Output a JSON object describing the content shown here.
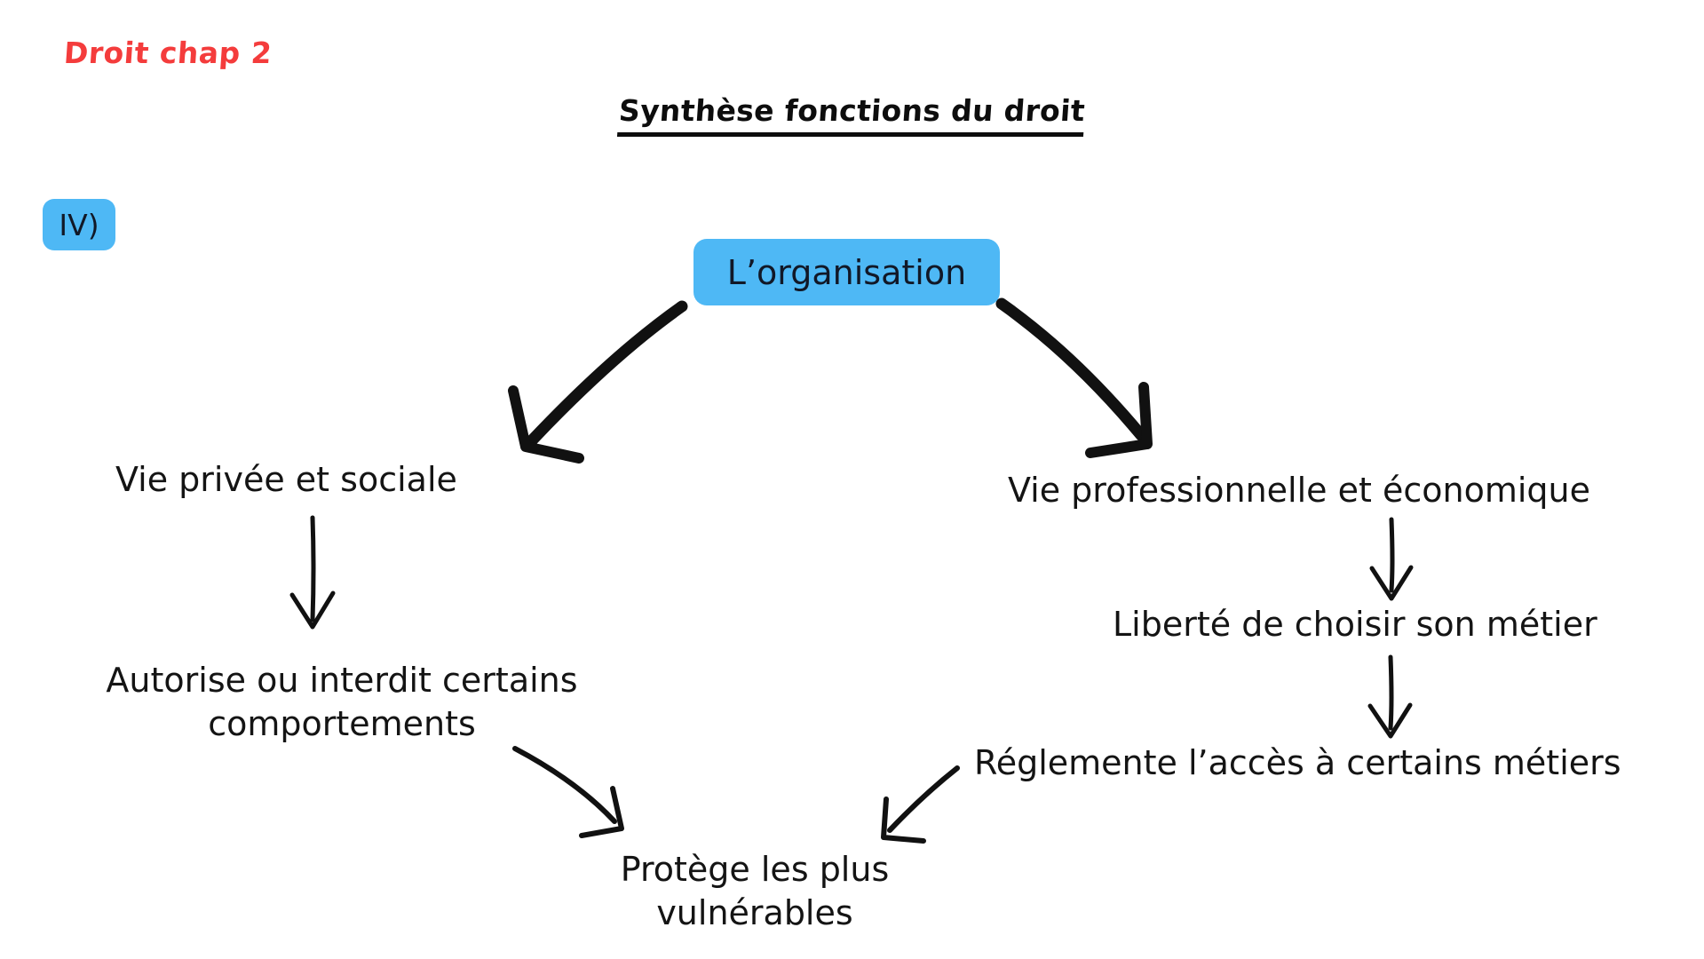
{
  "page": {
    "chapter_label": "Droit chap 2",
    "title": "Synthèse fonctions du droit",
    "section_badge": "IV)",
    "background_color": "#ffffff",
    "accent_blue": "#4EB8F5",
    "accent_red": "#F43C3C",
    "text_color": "#141414"
  },
  "diagram": {
    "type": "flow-tree",
    "root": {
      "label": "L’organisation",
      "style": "blue-rounded-box"
    },
    "branches": [
      {
        "id": "left",
        "nodes": [
          {
            "id": "vie-privee",
            "label": "Vie privée et sociale"
          },
          {
            "id": "autorise",
            "label": "Autorise ou interdit certains\ncomportements"
          }
        ]
      },
      {
        "id": "right",
        "nodes": [
          {
            "id": "vie-pro",
            "label": "Vie professionnelle et économique"
          },
          {
            "id": "liberte",
            "label": "Liberté de choisir son métier"
          },
          {
            "id": "reglemente",
            "label": "Réglemente l’accès à certains métiers"
          }
        ]
      }
    ],
    "shared_node": {
      "id": "protege",
      "label": "Protège les plus\nvulnérables"
    },
    "edges": [
      {
        "from": "L’organisation",
        "to": "Vie privée et sociale",
        "style": "thick-curved-arrow"
      },
      {
        "from": "L’organisation",
        "to": "Vie professionnelle et économique",
        "style": "thick-curved-arrow"
      },
      {
        "from": "Vie privée et sociale",
        "to": "Autorise ou interdit certains comportements",
        "style": "thin-vertical-arrow"
      },
      {
        "from": "Vie professionnelle et économique",
        "to": "Liberté de choisir son métier",
        "style": "thin-vertical-arrow"
      },
      {
        "from": "Liberté de choisir son métier",
        "to": "Réglemente l’accès à certains métiers",
        "style": "thin-vertical-arrow"
      },
      {
        "from": "Autorise ou interdit certains comportements",
        "to": "Protège les plus vulnérables",
        "style": "thin-diagonal-arrow"
      },
      {
        "from": "Réglemente l’accès à certains métiers",
        "to": "Protège les plus vulnérables",
        "style": "thin-diagonal-arrow"
      }
    ]
  }
}
